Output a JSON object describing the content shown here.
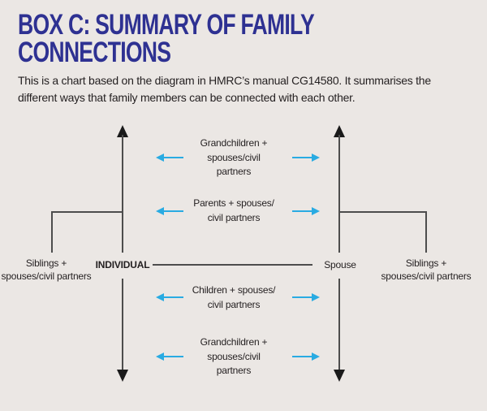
{
  "colors": {
    "background": "#ebe7e4",
    "title": "#2e3192",
    "text": "#231f20",
    "line": "#4d4d4d",
    "arrowhead": "#1a1a1a",
    "blue_arrow": "#29abe2"
  },
  "header": {
    "title_line1": "BOX C: SUMMARY OF FAMILY",
    "title_line2": "CONNECTIONS",
    "subtitle_line1": "This is a chart based on the diagram in HMRC’s manual CG14580. It summarises the",
    "subtitle_line2": "different ways that family members can be connected with each other."
  },
  "diagram": {
    "individual_label": "INDIVIDUAL",
    "spouse_label": "Spouse",
    "siblings_left": {
      "line1": "Siblings +",
      "line2": "spouses/civil partners"
    },
    "siblings_right": {
      "line1": "Siblings +",
      "line2": "spouses/civil partners"
    },
    "rows": [
      {
        "id": "grandchildren-up",
        "lines": [
          "Grandchildren +",
          "spouses/civil",
          "partners"
        ]
      },
      {
        "id": "parents",
        "lines": [
          "Parents + spouses/",
          "civil partners"
        ]
      },
      {
        "id": "children",
        "lines": [
          "Children + spouses/",
          "civil partners"
        ]
      },
      {
        "id": "grandchildren-down",
        "lines": [
          "Grandchildren +",
          "spouses/civil",
          "partners"
        ]
      }
    ]
  }
}
